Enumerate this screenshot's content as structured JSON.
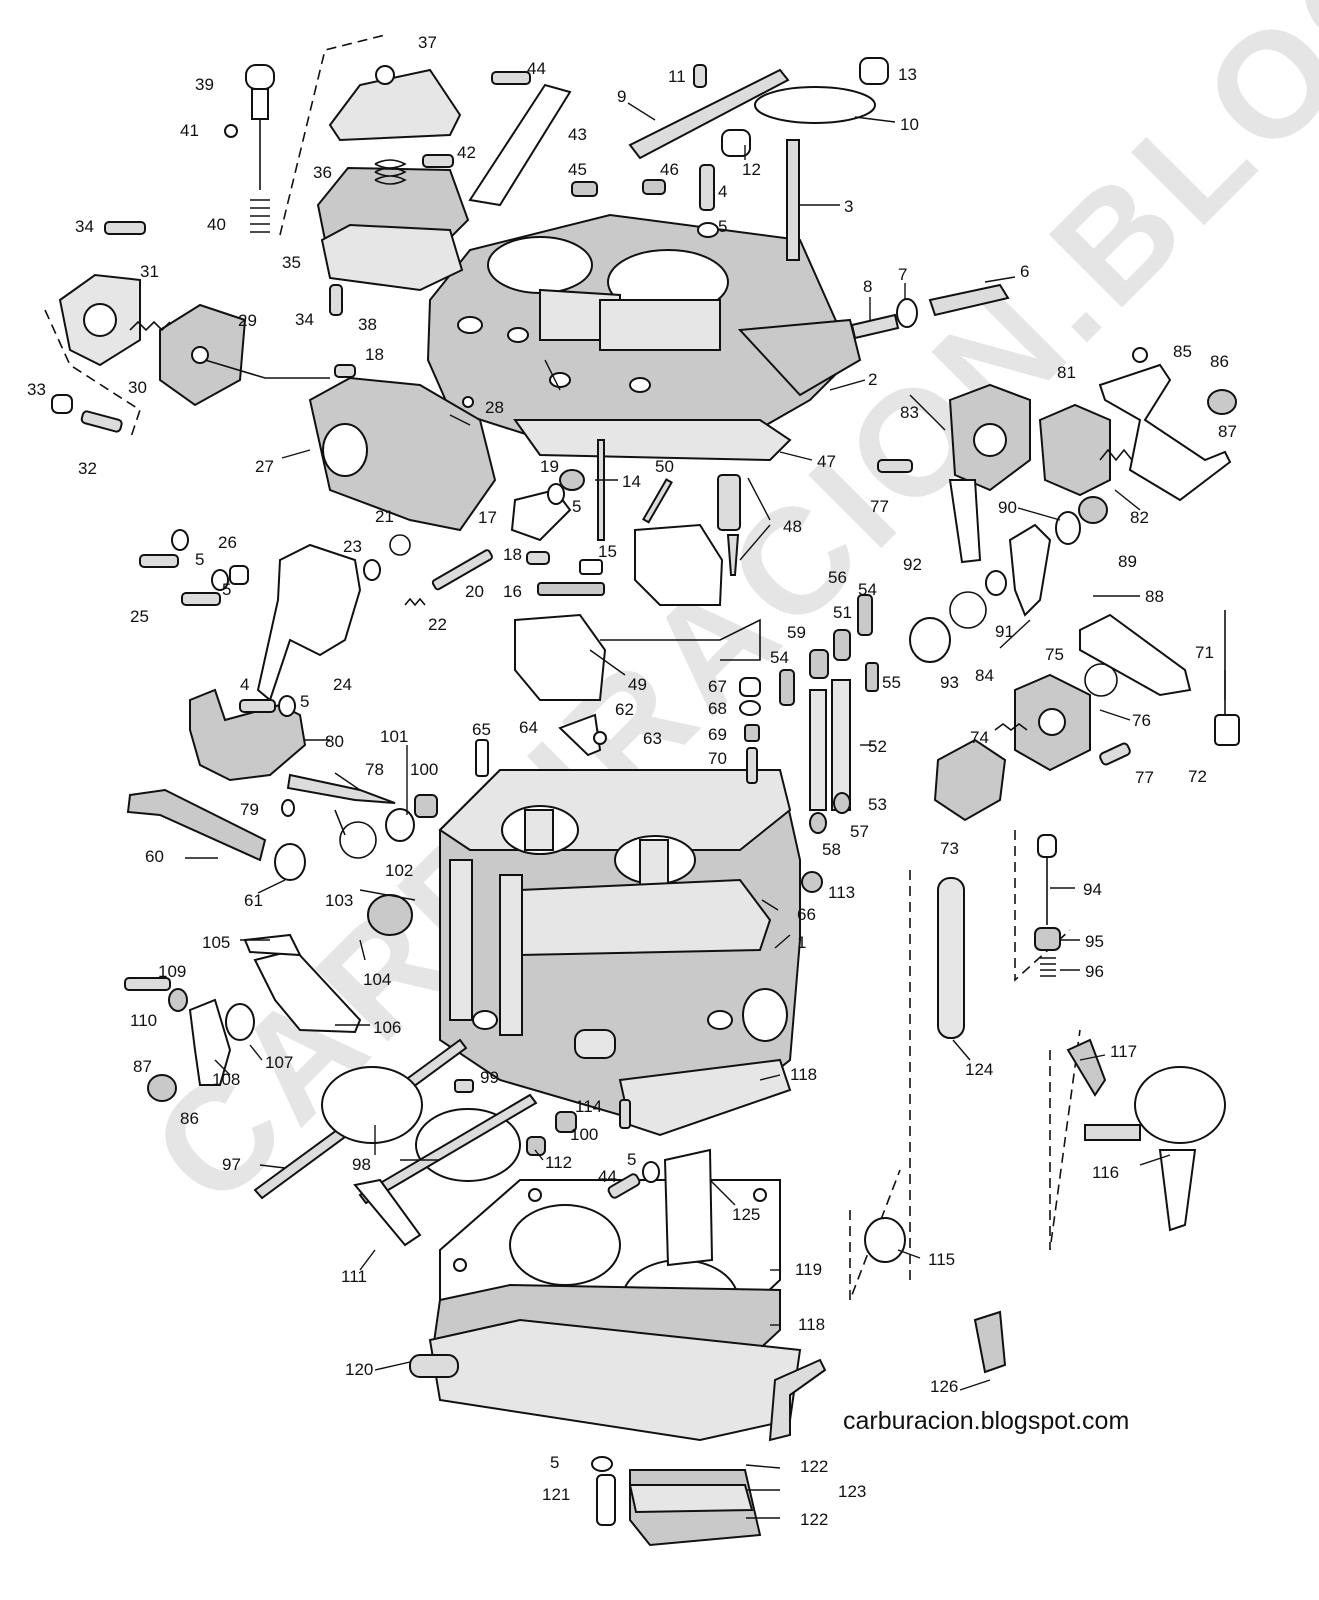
{
  "watermark": "CARBURACION.BLOGSPOT.COM",
  "site_caption": "carburacion.blogspot.com",
  "labels": [
    {
      "id": "1",
      "text": "1"
    },
    {
      "id": "2",
      "text": "2"
    },
    {
      "id": "3",
      "text": "3"
    },
    {
      "id": "4a",
      "text": "4"
    },
    {
      "id": "5a",
      "text": "5"
    },
    {
      "id": "6",
      "text": "6"
    },
    {
      "id": "7",
      "text": "7"
    },
    {
      "id": "8",
      "text": "8"
    },
    {
      "id": "9",
      "text": "9"
    },
    {
      "id": "10",
      "text": "10"
    },
    {
      "id": "11",
      "text": "11"
    },
    {
      "id": "12",
      "text": "12"
    },
    {
      "id": "13",
      "text": "13"
    },
    {
      "id": "14",
      "text": "14"
    },
    {
      "id": "15",
      "text": "15"
    },
    {
      "id": "16",
      "text": "16"
    },
    {
      "id": "17",
      "text": "17"
    },
    {
      "id": "18a",
      "text": "18"
    },
    {
      "id": "18b",
      "text": "18"
    },
    {
      "id": "19",
      "text": "19"
    },
    {
      "id": "20",
      "text": "20"
    },
    {
      "id": "21",
      "text": "21"
    },
    {
      "id": "22",
      "text": "22"
    },
    {
      "id": "23",
      "text": "23"
    },
    {
      "id": "24",
      "text": "24"
    },
    {
      "id": "25",
      "text": "25"
    },
    {
      "id": "26",
      "text": "26"
    },
    {
      "id": "27",
      "text": "27"
    },
    {
      "id": "28",
      "text": "28"
    },
    {
      "id": "29",
      "text": "29"
    },
    {
      "id": "30",
      "text": "30"
    },
    {
      "id": "31",
      "text": "31"
    },
    {
      "id": "32",
      "text": "32"
    },
    {
      "id": "33",
      "text": "33"
    },
    {
      "id": "34a",
      "text": "34"
    },
    {
      "id": "34b",
      "text": "34"
    },
    {
      "id": "35",
      "text": "35"
    },
    {
      "id": "36",
      "text": "36"
    },
    {
      "id": "37",
      "text": "37"
    },
    {
      "id": "38",
      "text": "38"
    },
    {
      "id": "39",
      "text": "39"
    },
    {
      "id": "40",
      "text": "40"
    },
    {
      "id": "41",
      "text": "41"
    },
    {
      "id": "42",
      "text": "42"
    },
    {
      "id": "43",
      "text": "43"
    },
    {
      "id": "44a",
      "text": "44"
    },
    {
      "id": "44b",
      "text": "44"
    },
    {
      "id": "45",
      "text": "45"
    },
    {
      "id": "46",
      "text": "46"
    },
    {
      "id": "47",
      "text": "47"
    },
    {
      "id": "48",
      "text": "48"
    },
    {
      "id": "49",
      "text": "49"
    },
    {
      "id": "50",
      "text": "50"
    },
    {
      "id": "51",
      "text": "51"
    },
    {
      "id": "52",
      "text": "52"
    },
    {
      "id": "53",
      "text": "53"
    },
    {
      "id": "54a",
      "text": "54"
    },
    {
      "id": "54b",
      "text": "54"
    },
    {
      "id": "55",
      "text": "55"
    },
    {
      "id": "56",
      "text": "56"
    },
    {
      "id": "57",
      "text": "57"
    },
    {
      "id": "58",
      "text": "58"
    },
    {
      "id": "59",
      "text": "59"
    },
    {
      "id": "60",
      "text": "60"
    },
    {
      "id": "61",
      "text": "61"
    },
    {
      "id": "62",
      "text": "62"
    },
    {
      "id": "63",
      "text": "63"
    },
    {
      "id": "64",
      "text": "64"
    },
    {
      "id": "65",
      "text": "65"
    },
    {
      "id": "66",
      "text": "66"
    },
    {
      "id": "67",
      "text": "67"
    },
    {
      "id": "68",
      "text": "68"
    },
    {
      "id": "69",
      "text": "69"
    },
    {
      "id": "70",
      "text": "70"
    },
    {
      "id": "71",
      "text": "71"
    },
    {
      "id": "72",
      "text": "72"
    },
    {
      "id": "73",
      "text": "73"
    },
    {
      "id": "74",
      "text": "74"
    },
    {
      "id": "75",
      "text": "75"
    },
    {
      "id": "76",
      "text": "76"
    },
    {
      "id": "77a",
      "text": "77"
    },
    {
      "id": "77b",
      "text": "77"
    },
    {
      "id": "78",
      "text": "78"
    },
    {
      "id": "79",
      "text": "79"
    },
    {
      "id": "80",
      "text": "80"
    },
    {
      "id": "81",
      "text": "81"
    },
    {
      "id": "82",
      "text": "82"
    },
    {
      "id": "83",
      "text": "83"
    },
    {
      "id": "84",
      "text": "84"
    },
    {
      "id": "85",
      "text": "85"
    },
    {
      "id": "86a",
      "text": "86"
    },
    {
      "id": "86b",
      "text": "86"
    },
    {
      "id": "87a",
      "text": "87"
    },
    {
      "id": "87b",
      "text": "87"
    },
    {
      "id": "88",
      "text": "88"
    },
    {
      "id": "89",
      "text": "89"
    },
    {
      "id": "90",
      "text": "90"
    },
    {
      "id": "91",
      "text": "91"
    },
    {
      "id": "92",
      "text": "92"
    },
    {
      "id": "93",
      "text": "93"
    },
    {
      "id": "94",
      "text": "94"
    },
    {
      "id": "95",
      "text": "95"
    },
    {
      "id": "96",
      "text": "96"
    },
    {
      "id": "97",
      "text": "97"
    },
    {
      "id": "98",
      "text": "98"
    },
    {
      "id": "99",
      "text": "99"
    },
    {
      "id": "100a",
      "text": "100"
    },
    {
      "id": "100b",
      "text": "100"
    },
    {
      "id": "101",
      "text": "101"
    },
    {
      "id": "102",
      "text": "102"
    },
    {
      "id": "103",
      "text": "103"
    },
    {
      "id": "104",
      "text": "104"
    },
    {
      "id": "105",
      "text": "105"
    },
    {
      "id": "106",
      "text": "106"
    },
    {
      "id": "107",
      "text": "107"
    },
    {
      "id": "108",
      "text": "108"
    },
    {
      "id": "109",
      "text": "109"
    },
    {
      "id": "110",
      "text": "110"
    },
    {
      "id": "111",
      "text": "111"
    },
    {
      "id": "112",
      "text": "112"
    },
    {
      "id": "113",
      "text": "113"
    },
    {
      "id": "114",
      "text": "114"
    },
    {
      "id": "115",
      "text": "115"
    },
    {
      "id": "116",
      "text": "116"
    },
    {
      "id": "117",
      "text": "117"
    },
    {
      "id": "118a",
      "text": "118"
    },
    {
      "id": "118b",
      "text": "118"
    },
    {
      "id": "119",
      "text": "119"
    },
    {
      "id": "120",
      "text": "120"
    },
    {
      "id": "121",
      "text": "121"
    },
    {
      "id": "122a",
      "text": "122"
    },
    {
      "id": "122b",
      "text": "122"
    },
    {
      "id": "123",
      "text": "123"
    },
    {
      "id": "124",
      "text": "124"
    },
    {
      "id": "125",
      "text": "125"
    },
    {
      "id": "126",
      "text": "126"
    },
    {
      "id": "5b",
      "text": "5"
    },
    {
      "id": "5c",
      "text": "5"
    },
    {
      "id": "5d",
      "text": "5"
    },
    {
      "id": "5e",
      "text": "5"
    },
    {
      "id": "5f",
      "text": "5"
    },
    {
      "id": "5g",
      "text": "5"
    },
    {
      "id": "4b",
      "text": "4"
    }
  ]
}
